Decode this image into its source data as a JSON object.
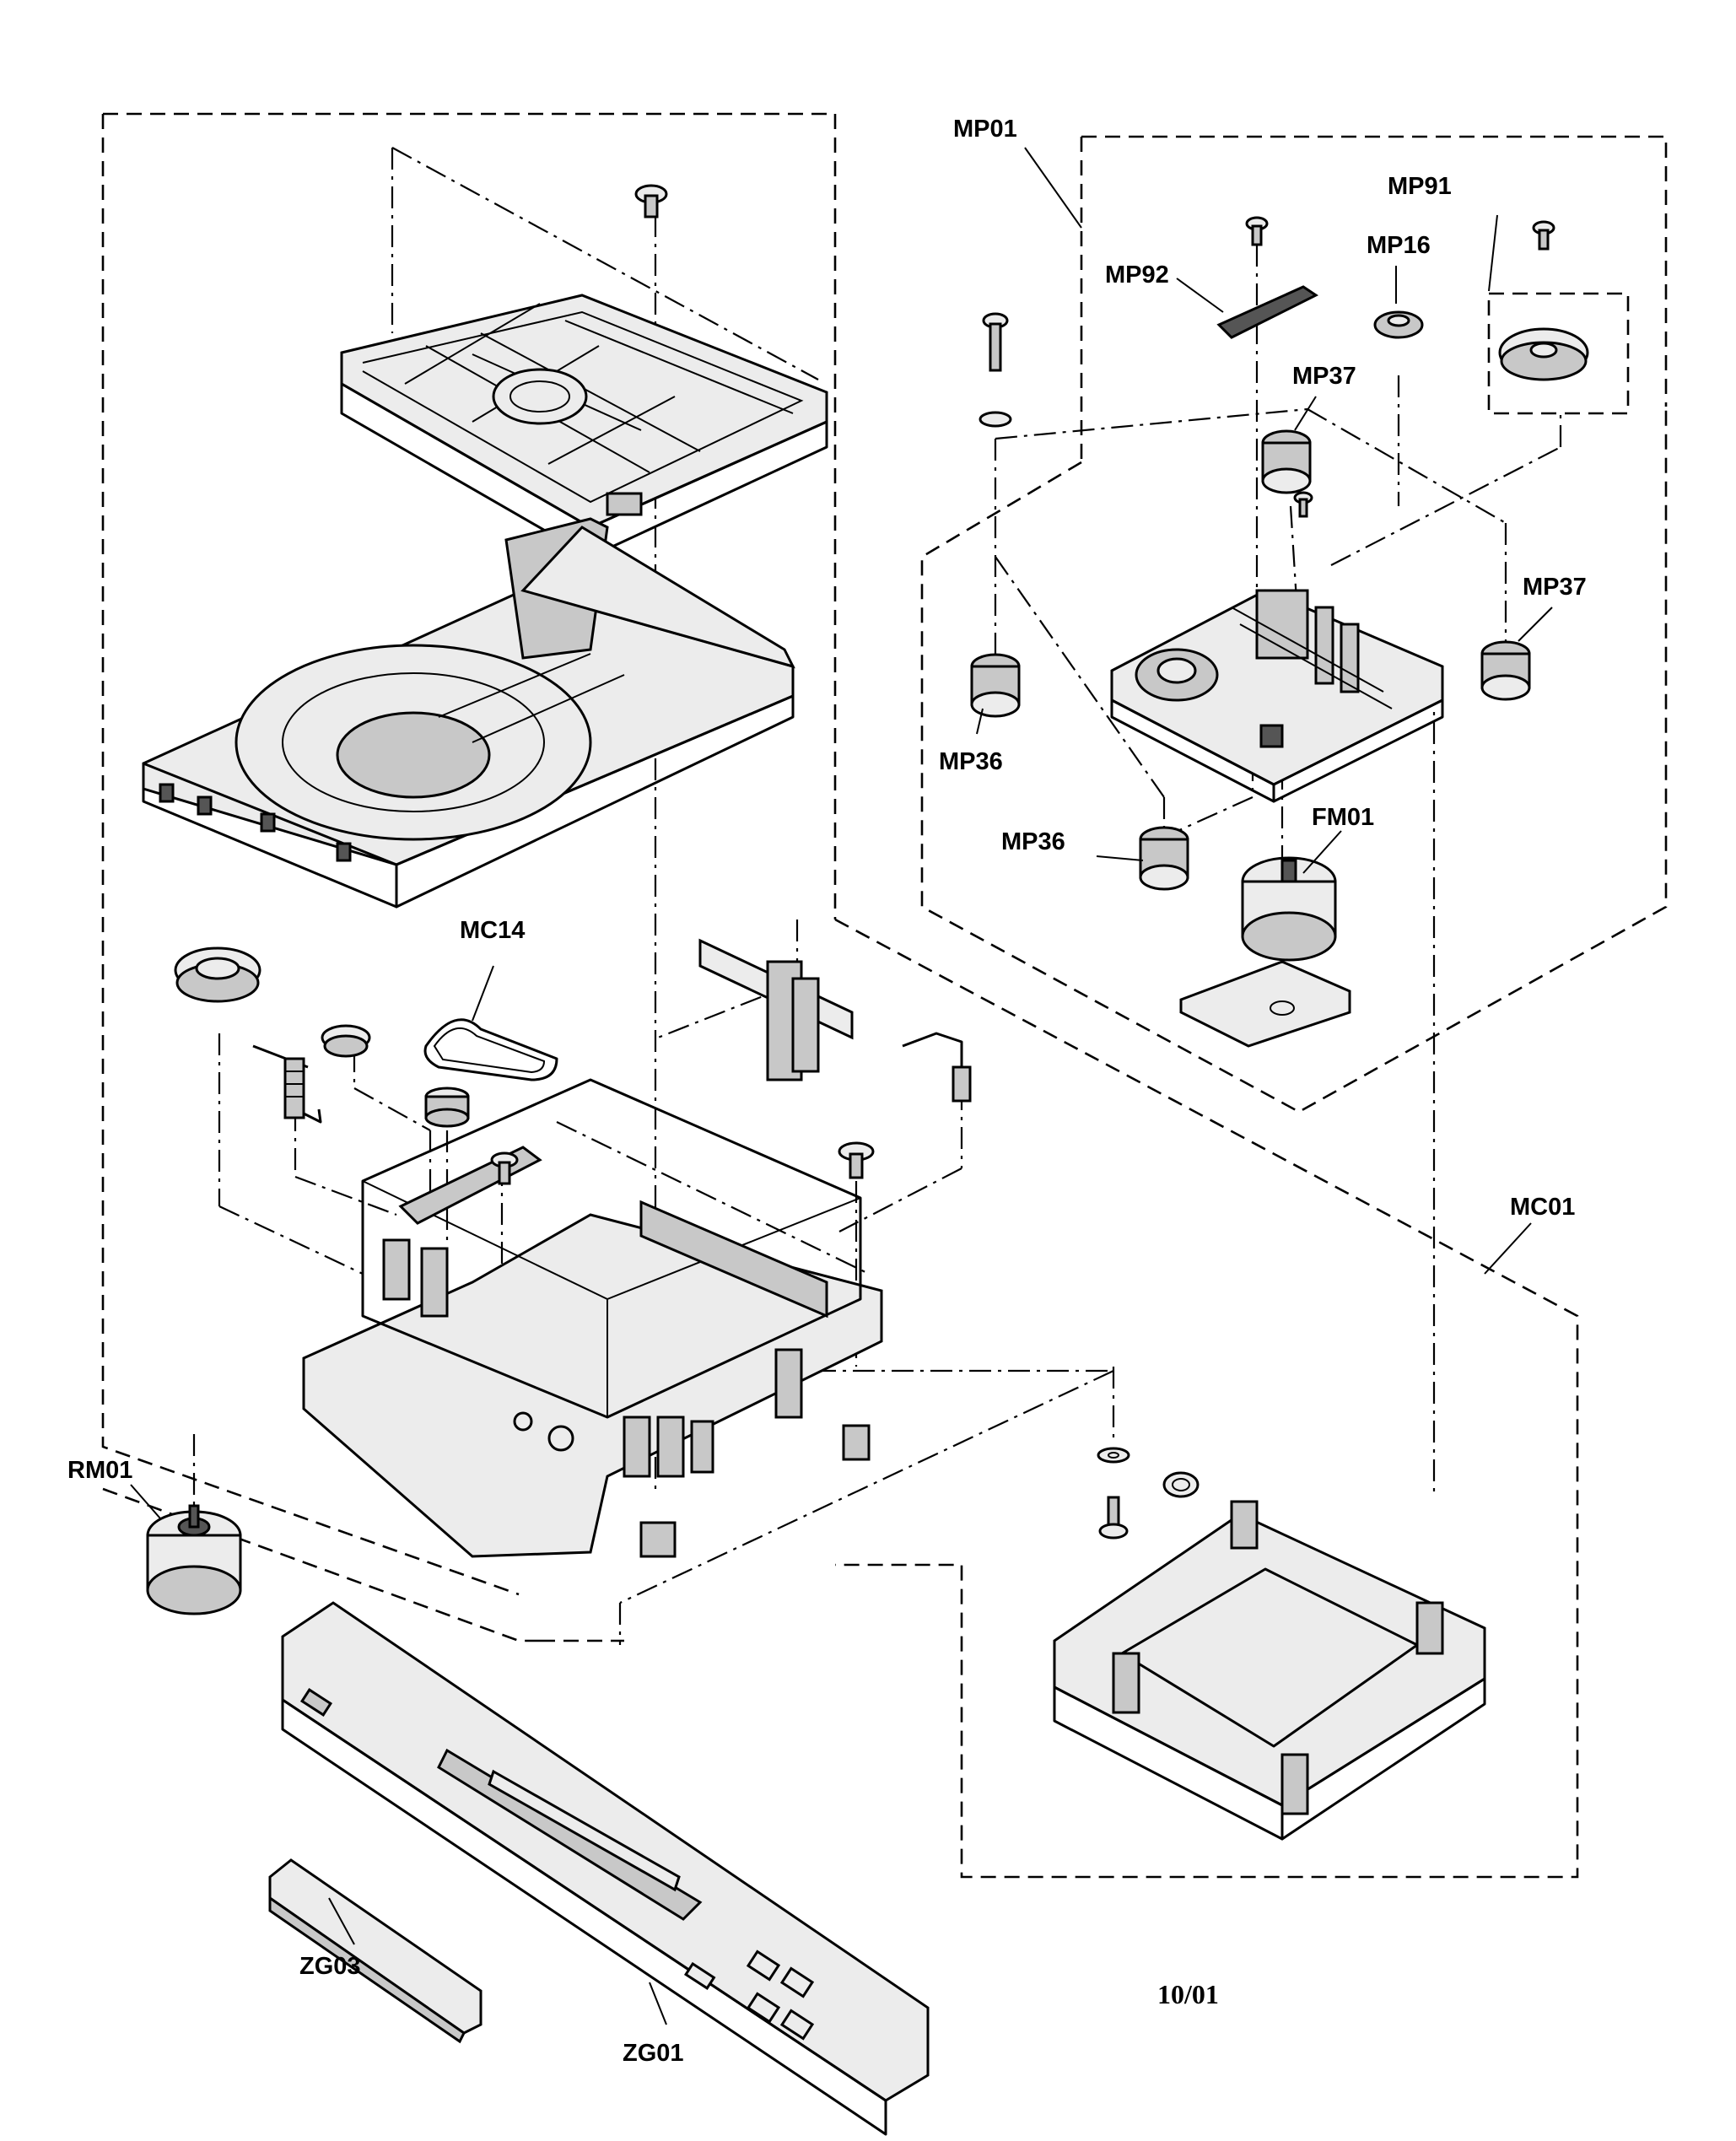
{
  "labels": {
    "mp01": "MP01",
    "mp91": "MP91",
    "mp92": "MP92",
    "mp16": "MP16",
    "mp37_top": "MP37",
    "mp37_right": "MP37",
    "mp36_left": "MP36",
    "mp36_bottom": "MP36",
    "fm01": "FM01",
    "mc14": "MC14",
    "mc01": "MC01",
    "rm01": "RM01",
    "zg03": "ZG03",
    "zg01": "ZG01"
  },
  "date_code": "10/01"
}
